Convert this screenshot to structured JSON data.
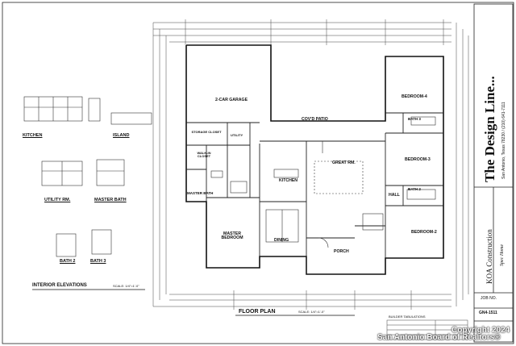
{
  "floor_plan": {
    "rooms": {
      "garage": "2-CAR GARAGE",
      "storage": "STORAGE CLOSET",
      "utility": "UTILITY",
      "walkin": "WALK-IN CLOSET",
      "master_bath": "MASTER BATH",
      "master_bedroom": "MASTER BEDROOM",
      "kitchen": "KITCHEN",
      "dining": "DINING",
      "great_room": "GREAT RM.",
      "covd_patio": "COV'D PATIO",
      "porch": "PORCH",
      "hall": "HALL",
      "bedroom4": "BEDROOM-4",
      "bath3": "BATH 3",
      "bedroom3": "BEDROOM-3",
      "bath2": "BATH 2",
      "bedroom2": "BEDROOM-2"
    },
    "caption": "FLOOR PLAN",
    "scale": "SCALE: 1/4\"=1'-0\""
  },
  "elevations": {
    "kitchen": "KITCHEN",
    "island": "ISLAND",
    "utility": "UTILITY RM.",
    "master_bath": "MASTER BATH",
    "bath2": "BATH 2",
    "bath3": "BATH 3",
    "caption": "INTERIOR ELEVATIONS",
    "scale": "SCALE: 1/4\"=1'-0\""
  },
  "title_block": {
    "company": "The Design Line...",
    "address": "San Antonio, Texas 78230 / (210) 641-7111",
    "project": "KOA Construction",
    "subtitle": "Spec Home",
    "job_no": "JOB NO.",
    "job_value": "GN4-1511"
  },
  "notes": {
    "heading": "BUILDER TABULATIONS"
  },
  "watermark": {
    "left": "San Antonio Board of Realtors®",
    "right": "Copyright 2024"
  }
}
